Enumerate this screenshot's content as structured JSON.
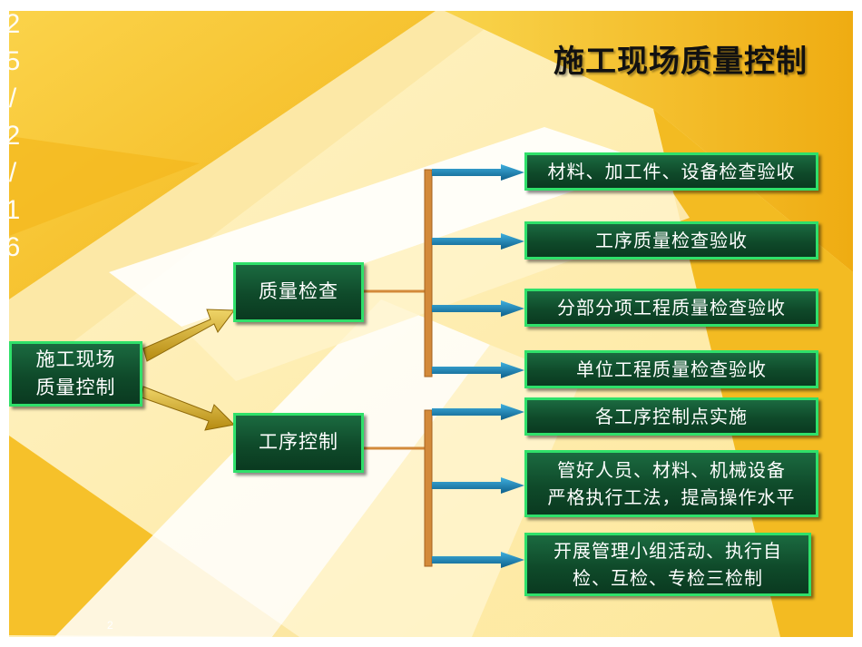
{
  "slide": {
    "title": "施工现场质量控制",
    "side_date": [
      "2",
      "5",
      "/",
      "2",
      "/",
      "1",
      "6"
    ],
    "page_number": "2"
  },
  "diagram": {
    "root": "施工现场\n质量控制",
    "branches": [
      {
        "label": "质量检查",
        "items": [
          "材料、加工件、设备检查验收",
          "工序质量检查验收",
          "分部分项工程质量检查验收",
          "单位工程质量检查验收"
        ]
      },
      {
        "label": "工序控制",
        "items": [
          "各工序控制点实施",
          "管好人员、材料、机械设备\n严格执行工法，提高操作水平",
          "开展管理小组活动、执行自\n检、互检、专检三检制"
        ]
      }
    ]
  },
  "colors": {
    "box_fill": "#0f4a2a",
    "box_border": "#2fe06a",
    "connector": "#d38a3a",
    "arrow": "#1a7fb0",
    "big_arrow": "#c9a21c",
    "background_accent": "#f6c12a"
  }
}
